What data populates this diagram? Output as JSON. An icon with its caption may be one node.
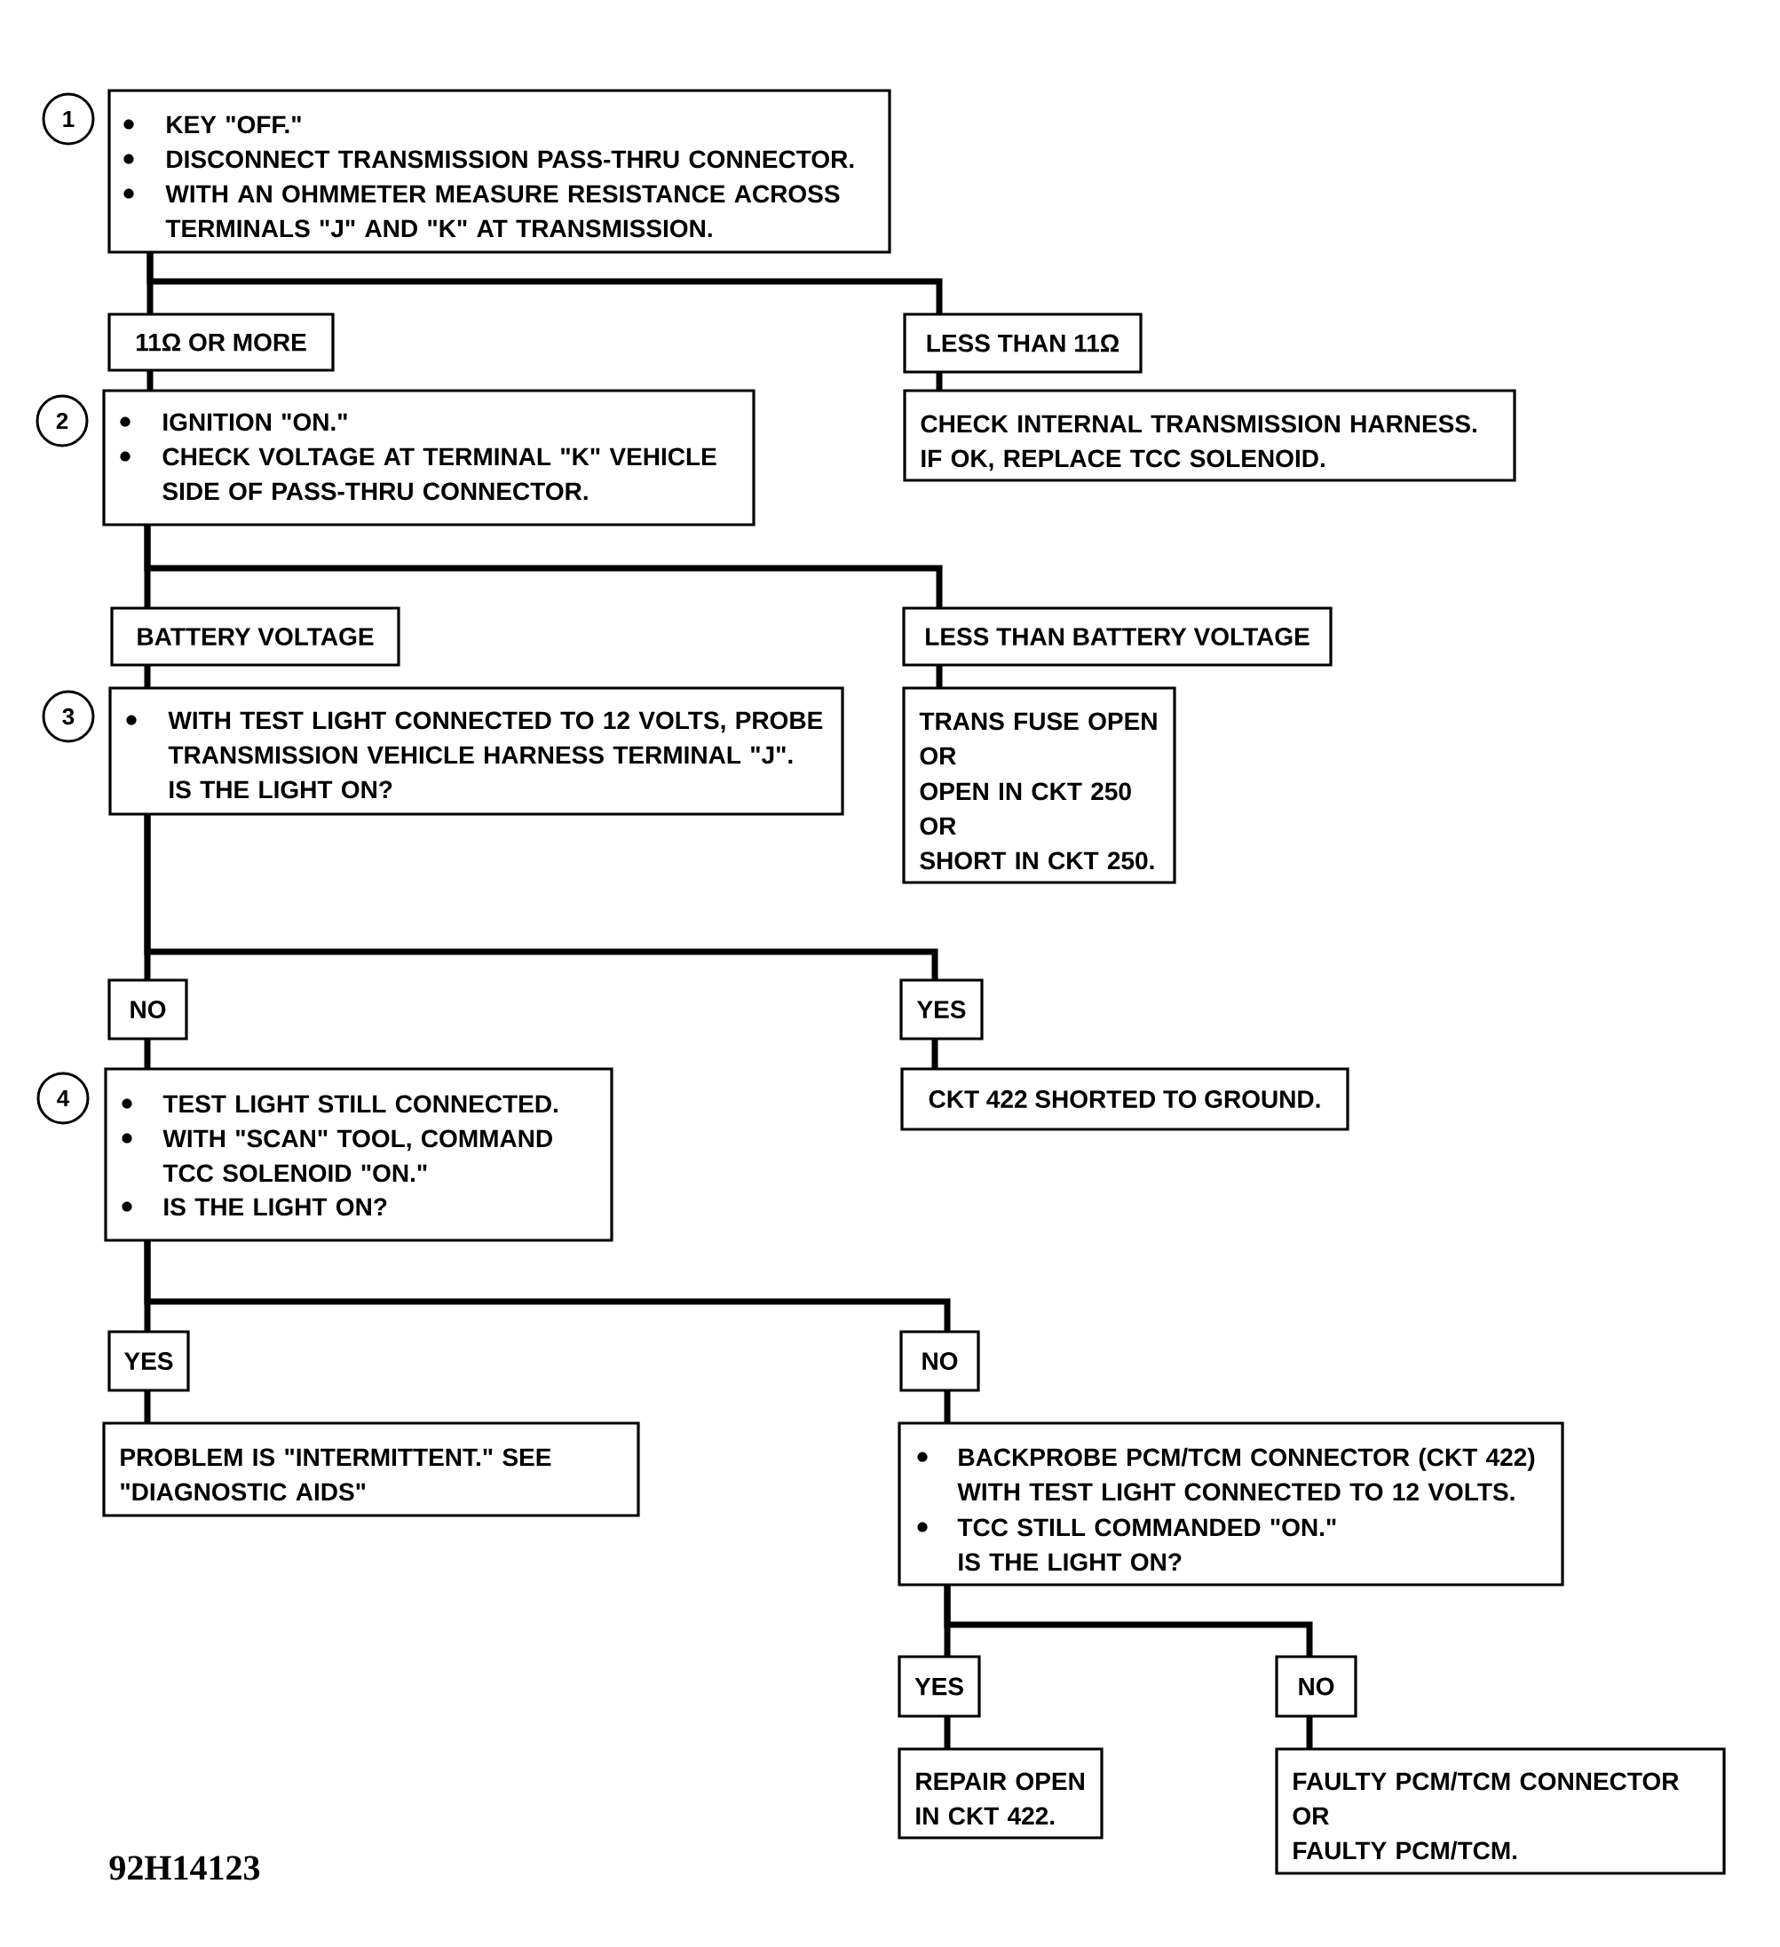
{
  "diagram": {
    "nodes": [
      {
        "text": [
          "1"
        ]
      },
      {
        "text": [
          "KEY \"OFF.\"",
          "DISCONNECT TRANSMISSION PASS-THRU CONNECTOR.",
          "WITH AN OHMMETER MEASURE RESISTANCE ACROSS TERMINALS \"J\" AND \"K\" AT TRANSMISSION."
        ]
      },
      {
        "text": [
          "11Ω OR MORE"
        ]
      },
      {
        "text": [
          "LESS THAN 11Ω"
        ]
      },
      {
        "text": [
          "2"
        ]
      },
      {
        "text": [
          "IGNITION \"ON.\"",
          "CHECK VOLTAGE AT TERMINAL \"K\" VEHICLE SIDE OF PASS-THRU CONNECTOR."
        ]
      },
      {
        "text": [
          "CHECK INTERNAL TRANSMISSION HARNESS.",
          "IF OK, REPLACE TCC SOLENOID."
        ]
      },
      {
        "text": [
          "BATTERY VOLTAGE"
        ]
      },
      {
        "text": [
          "LESS THAN BATTERY VOLTAGE"
        ]
      },
      {
        "text": [
          "3"
        ]
      },
      {
        "text": [
          "WITH TEST LIGHT CONNECTED TO 12 VOLTS, PROBE TRANSMISSION VEHICLE HARNESS TERMINAL \"J\".",
          "IS THE LIGHT ON?"
        ]
      },
      {
        "text": [
          "TRANS FUSE OPEN",
          "OR",
          "OPEN IN CKT 250",
          "OR",
          "SHORT IN CKT 250."
        ]
      },
      {
        "text": [
          "NO"
        ]
      },
      {
        "text": [
          "YES"
        ]
      },
      {
        "text": [
          "4"
        ]
      },
      {
        "text": [
          "TEST LIGHT STILL CONNECTED.",
          "WITH \"SCAN\" TOOL, COMMAND TCC SOLENOID \"ON.\"",
          "IS THE LIGHT ON?"
        ]
      },
      {
        "text": [
          "CKT 422 SHORTED TO GROUND."
        ]
      },
      {
        "text": [
          "YES"
        ]
      },
      {
        "text": [
          "NO"
        ]
      },
      {
        "text": [
          "PROBLEM IS \"INTERMITTENT.\" SEE \"DIAGNOSTIC AIDS\""
        ]
      },
      {
        "text": [
          "BACKPROBE PCM/TCM CONNECTOR (CKT 422) WITH TEST LIGHT CONNECTED TO 12 VOLTS.",
          "TCC STILL COMMANDED \"ON.\"",
          "IS THE LIGHT ON?"
        ]
      },
      {
        "text": [
          "YES"
        ]
      },
      {
        "text": [
          "NO"
        ]
      },
      {
        "text": [
          "REPAIR OPEN IN CKT 422."
        ]
      },
      {
        "text": [
          "FAULTY PCM/TCM CONNECTOR",
          "OR",
          "FAULTY PCM/TCM."
        ]
      }
    ],
    "edges": [
      {
        "from": 1,
        "to": 2,
        "arrow": "none"
      },
      {
        "from": 1,
        "to": 3,
        "arrow": "none"
      },
      {
        "from": 2,
        "to": 5,
        "arrow": "none"
      },
      {
        "from": 3,
        "to": 6,
        "arrow": "none"
      },
      {
        "from": 5,
        "to": 7,
        "arrow": "none"
      },
      {
        "from": 5,
        "to": 8,
        "arrow": "none"
      },
      {
        "from": 7,
        "to": 10,
        "arrow": "none"
      },
      {
        "from": 8,
        "to": 11,
        "arrow": "none"
      },
      {
        "from": 10,
        "to": 12,
        "arrow": "none"
      },
      {
        "from": 10,
        "to": 13,
        "arrow": "none"
      },
      {
        "from": 12,
        "to": 15,
        "arrow": "none"
      },
      {
        "from": 13,
        "to": 16,
        "arrow": "none"
      },
      {
        "from": 15,
        "to": 17,
        "arrow": "none"
      },
      {
        "from": 15,
        "to": 18,
        "arrow": "none"
      },
      {
        "from": 17,
        "to": 19,
        "arrow": "none"
      },
      {
        "from": 18,
        "to": 20,
        "arrow": "none"
      },
      {
        "from": 20,
        "to": 21,
        "arrow": "none"
      },
      {
        "from": 20,
        "to": 22,
        "arrow": "none"
      },
      {
        "from": 21,
        "to": 23,
        "arrow": "none"
      },
      {
        "from": 22,
        "to": 24,
        "arrow": "none"
      }
    ],
    "labels": [
      "92H14123"
    ]
  }
}
